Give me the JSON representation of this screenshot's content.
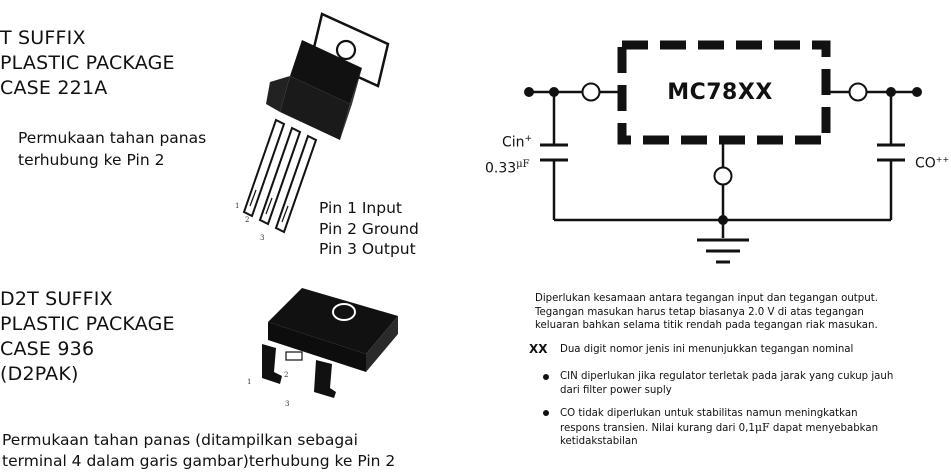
{
  "left": {
    "t_suffix": {
      "line1": "T SUFFIX",
      "line2": "PLASTIC PACKAGE",
      "line3": "CASE 221A"
    },
    "t_note": {
      "line1": "Permukaan tahan panas",
      "line2": "terhubung ke Pin 2"
    },
    "pins": {
      "p1": "Pin 1 Input",
      "p2": "Pin 2 Ground",
      "p3": "Pin 3 Output"
    },
    "to220_pin_numbers": [
      "1",
      "2",
      "3"
    ],
    "d2t_suffix": {
      "line1": "D2T SUFFIX",
      "line2": "PLASTIC PACKAGE",
      "line3": "CASE 936",
      "line4": "(D2PAK)"
    },
    "d2pak_pin_numbers": [
      "1",
      "2",
      "3"
    ],
    "d2t_note": {
      "line1": "Permukaan tahan panas (ditampilkan sebagai",
      "line2": "terminal 4 dalam garis gambar)terhubung ke Pin 2"
    }
  },
  "schematic": {
    "ic_label": "MC78XX",
    "cin_label": "Cin",
    "cin_sup": "+",
    "cin_value": "0.33",
    "cin_unit": "μF",
    "co_label": "CO",
    "co_sup": "++"
  },
  "notes": {
    "intro": [
      "Diperlukan kesamaan antara tegangan input dan tegangan output.",
      "Tegangan masukan harus tetap biasanya 2.0 V di atas tegangan",
      "keluaran bahkan selama titik rendah pada tegangan riak masukan."
    ],
    "xx_label": "XX",
    "xx_text": "Dua digit nomor jenis ini menunjukkan tegangan nominal",
    "cin_note": [
      "CIN diperlukan jika regulator terletak pada jarak yang cukup jauh",
      "dari filter power suply"
    ],
    "co_note_line1": "CO tidak diperlukan untuk stabilitas namun meningkatkan",
    "co_note_line2a": "respons transien. Nilai kurang dari 0,1",
    "co_note_unit": "μF",
    "co_note_line2b": "dapat menyebabkan",
    "co_note_line3": "ketidakstabilan"
  }
}
